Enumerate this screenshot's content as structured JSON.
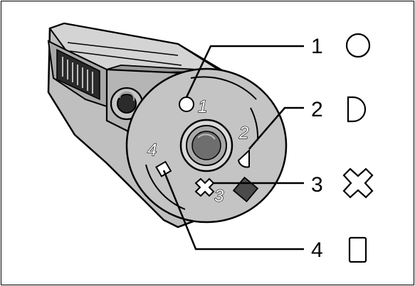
{
  "diagram": {
    "callouts": [
      {
        "number": "1",
        "symbol": "circle-icon"
      },
      {
        "number": "2",
        "symbol": "half-moon-icon"
      },
      {
        "number": "3",
        "symbol": "cross-icon"
      },
      {
        "number": "4",
        "symbol": "rectangle-icon"
      }
    ],
    "dial_labels": [
      "1",
      "2",
      "3",
      "4"
    ]
  }
}
